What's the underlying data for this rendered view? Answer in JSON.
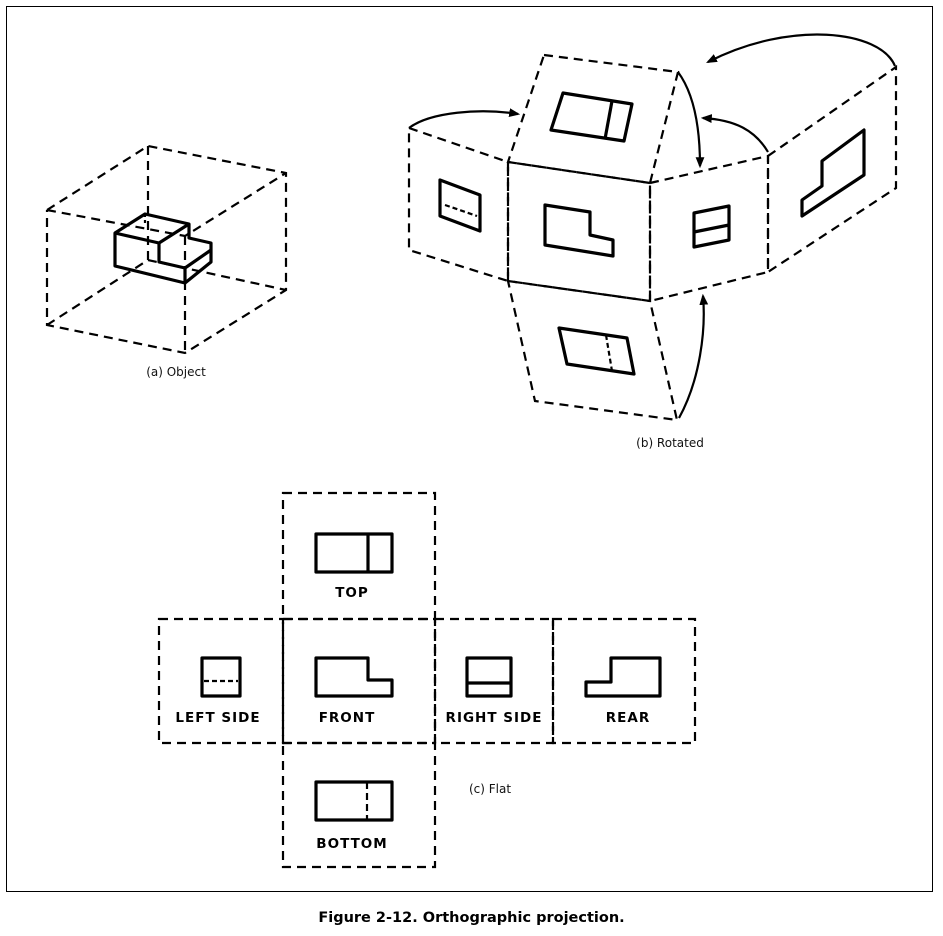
{
  "figure": {
    "caption": "Figure 2-12. Orthographic projection."
  },
  "panels": {
    "object": {
      "caption": "(a) Object"
    },
    "rotated": {
      "caption": "(b) Rotated"
    },
    "flat": {
      "caption": "(c) Flat",
      "views": {
        "top": "TOP",
        "left_side": "LEFT SIDE",
        "front": "FRONT",
        "right_side": "RIGHT SIDE",
        "rear": "REAR",
        "bottom": "BOTTOM"
      }
    }
  },
  "colors": {
    "ink": "#000000",
    "background": "#ffffff"
  }
}
